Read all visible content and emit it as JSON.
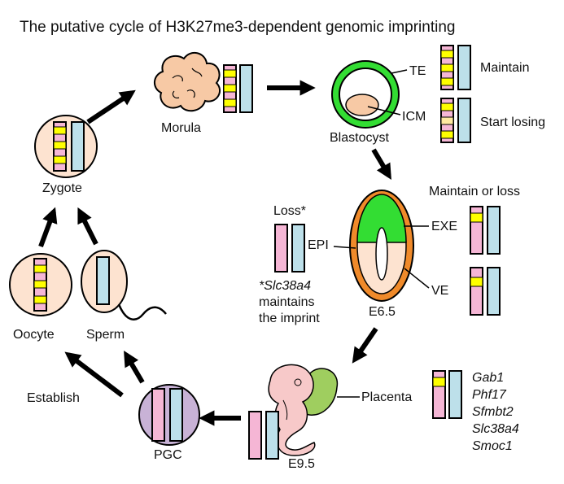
{
  "title": "The putative cycle of H3K27me3-dependent genomic imprinting",
  "stages": {
    "morula": "Morula",
    "blastocyst": "Blastocyst",
    "e65": "E6.5",
    "e95": "E9.5",
    "pgc": "PGC",
    "oocyte": "Oocyte",
    "sperm": "Sperm",
    "zygote": "Zygote"
  },
  "blastocyst_parts": {
    "te": "TE",
    "icm": "ICM"
  },
  "embryo_parts": {
    "epi": "EPI",
    "exe": "EXE",
    "ve": "VE"
  },
  "placenta_label": "Placenta",
  "status": {
    "maintain": "Maintain",
    "start_losing": "Start losing",
    "maintain_or_loss": "Maintain or loss",
    "loss": "Loss*",
    "establish": "Establish"
  },
  "footnote": {
    "gene": "*Slc38a4",
    "line2": "maintains",
    "line3": "the imprint"
  },
  "genes": [
    "Gab1",
    "Phf17",
    "Sfmbt2",
    "Slc38a4",
    "Smoc1"
  ],
  "colors": {
    "maternal": "#f5b6d5",
    "paternal": "#bde0ea",
    "h3k27me3": "#ffff00",
    "te_ring": "#22cc22",
    "icm": "#f7c9a5",
    "cell": "#fde3d0",
    "exe": "#33dd33",
    "epi_ring": "#f08a2a",
    "pgc": "#c8b2d6",
    "placenta": "#9fce5f",
    "embryo": "#f7c9c9"
  }
}
